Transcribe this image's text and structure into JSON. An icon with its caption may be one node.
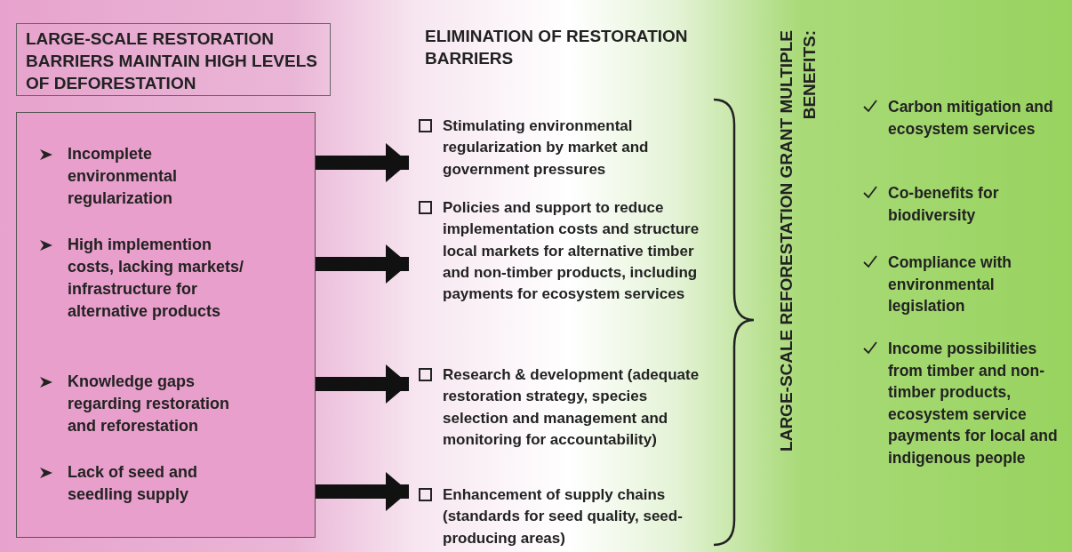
{
  "diagram": {
    "nodes": [
      {
        "text": [
          "LARGE-SCALE RESTORATION BARRIERS MAINTAIN HIGH LEVELS OF DEFORESTATION"
        ]
      },
      {
        "text": [],
        "shape": "box"
      },
      {
        "text": [
          "Incomplete environmental regularization"
        ],
        "in": 1
      },
      {
        "text": [
          "High implemention costs, lacking markets/ infrastructure for alternative products"
        ],
        "in": 1
      },
      {
        "text": [
          "Knowledge gaps regarding restoration and reforestation"
        ],
        "in": 1
      },
      {
        "text": [
          "Lack of seed and seedling supply"
        ],
        "in": 1
      },
      {
        "text": [
          "Stimulating environmental regularization by market and government pressures"
        ]
      },
      {
        "text": [
          "Policies and support to reduce implementation costs and structure local markets for alternative timber and non-timber products, including payments for ecosystem services"
        ]
      },
      {
        "text": [
          "Research & development (adequate restoration strategy, species selection and management and monitoring for accountability)"
        ]
      },
      {
        "text": [
          "Enhancement of supply chains (standards for seed quality, seed-producing areas)"
        ]
      }
    ],
    "edges": [
      {
        "from": 1,
        "to": 6,
        "arrow": "to"
      },
      {
        "from": 1,
        "to": 7,
        "arrow": "to"
      },
      {
        "from": 1,
        "to": 8,
        "arrow": "to"
      },
      {
        "from": 1,
        "to": 9,
        "arrow": "to"
      }
    ],
    "labels": [
      "ELIMINATION OF RESTORATION BARRIERS",
      "LARGE-SCALE REFORESTATION GRANT MULTIPLE BENEFITS:",
      "Carbon mitigation and ecosystem services",
      "Co-benefits for biodiversity",
      "Compliance with environmental legislation",
      "Income possibilities from timber and non-timber products, ecosystem service payments for local and indigenous people"
    ]
  }
}
